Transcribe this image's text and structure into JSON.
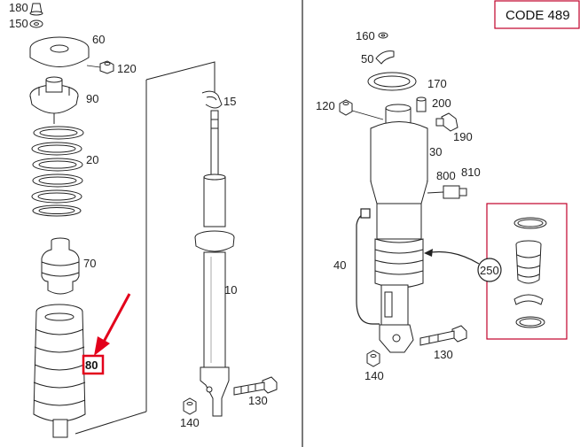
{
  "code_label": "CODE 489",
  "colors": {
    "highlight": "#e3001b",
    "line": "#222222",
    "part_fill": "#ffffff",
    "part_shade": "#bfbfbf"
  },
  "left_parts": {
    "p180": "180",
    "p150": "150",
    "p60": "60",
    "p120": "120",
    "p90": "90",
    "p20": "20",
    "p70": "70",
    "p80": "80",
    "p15": "15",
    "p10": "10",
    "p130": "130",
    "p140": "140"
  },
  "right_parts": {
    "p160": "160",
    "p50": "50",
    "p170": "170",
    "p120": "120",
    "p200": "200",
    "p190": "190",
    "p30": "30",
    "p800": "800",
    "p810": "810",
    "p40": "40",
    "p250": "250",
    "p130": "130",
    "p140": "140"
  },
  "highlighted_part": "80"
}
